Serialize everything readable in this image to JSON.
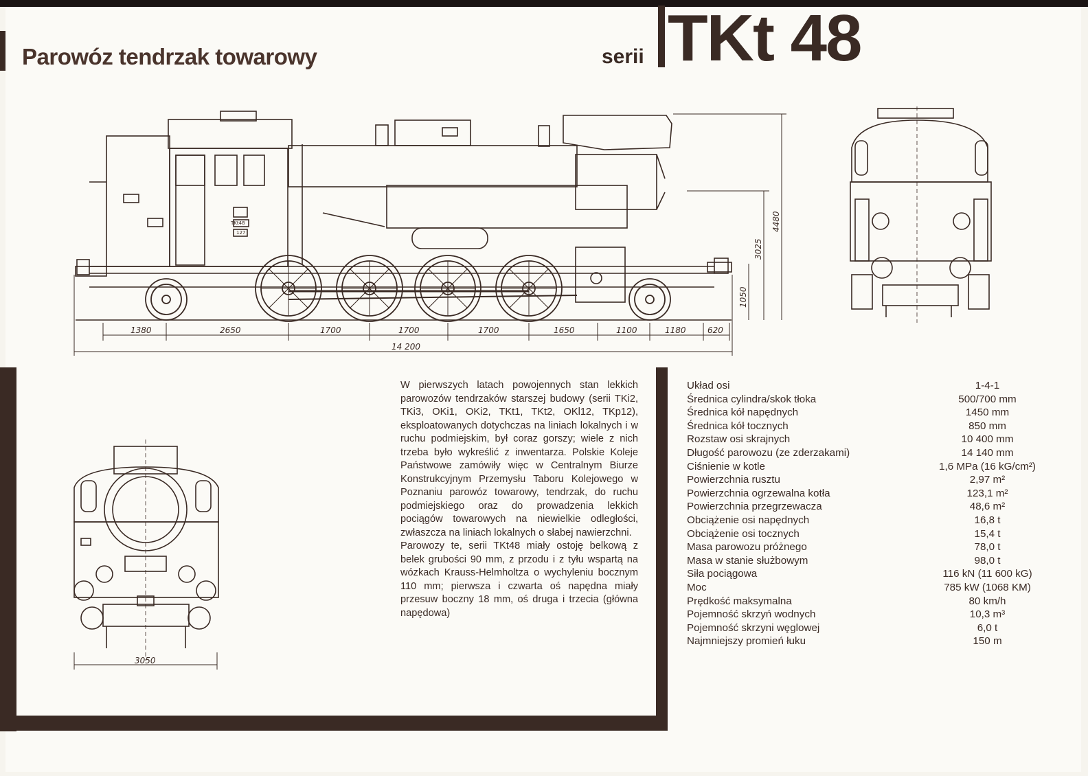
{
  "header": {
    "title": "Parowóz tendrzak towarowy",
    "series_prefix": "serii",
    "series_code": "TKt 48"
  },
  "drawing": {
    "side_dims": [
      "1380",
      "2650",
      "1700",
      "1700",
      "1700",
      "1650",
      "1100",
      "1180",
      "620"
    ],
    "total_length": "14 200",
    "vertical_dims": [
      "1050",
      "3025",
      "4480"
    ],
    "front_width": "3050",
    "plate_texts": [
      "TKt48",
      "127"
    ]
  },
  "description": {
    "paragraphs": [
      "W pierwszych latach powojennych stan lekkich parowozów tendrzaków starszej budowy (serii TKi2, TKi3, OKi1, OKi2, TKt1, TKt2, OKl12, TKp12), eksploatowanych dotychczas na liniach lokalnych i w ruchu podmiejskim, był coraz gorszy; wiele z nich trzeba było wykreślić z inwentarza. Polskie Koleje Państwowe zamówiły więc w Centralnym Biurze Konstrukcyjnym Przemysłu Taboru Kolejowego w Poznaniu parowóz towarowy, tendrzak, do ruchu podmiejskiego oraz do prowadzenia lekkich pociągów towarowych na niewielkie odległości, zwłaszcza na liniach lokalnych o słabej nawierzchni.",
      "Parowozy te, serii TKt48 miały ostoję belkową z belek grubości 90 mm, z przodu i z tyłu wspartą na wózkach Krauss-Helmholtza o wychyleniu bocznym 110 mm; pierwsza i czwarta oś napędna miały przesuw boczny 18 mm, oś druga i trzecia (główna napędowa)"
    ]
  },
  "specs": [
    {
      "label": "Układ osi",
      "value": "1-4-1"
    },
    {
      "label": "Średnica cylindra/skok tłoka",
      "value": "500/700 mm"
    },
    {
      "label": "Średnica kół napędnych",
      "value": "1450 mm"
    },
    {
      "label": "Średnica kół tocznych",
      "value": "850 mm"
    },
    {
      "label": "Rozstaw osi skrajnych",
      "value": "10 400 mm"
    },
    {
      "label": "Długość parowozu (ze zderzakami)",
      "value": "14 140 mm"
    },
    {
      "label": "Ciśnienie w kotle",
      "value": "1,6 MPa (16 kG/cm²)"
    },
    {
      "label": "Powierzchnia rusztu",
      "value": "2,97 m²"
    },
    {
      "label": "Powierzchnia ogrzewalna kotła",
      "value": "123,1 m²"
    },
    {
      "label": "Powierzchnia przegrzewacza",
      "value": "48,6 m²"
    },
    {
      "label": "Obciążenie osi napędnych",
      "value": "16,8 t"
    },
    {
      "label": "Obciążenie osi tocznych",
      "value": "15,4 t"
    },
    {
      "label": "Masa parowozu próżnego",
      "value": "78,0 t"
    },
    {
      "label": "Masa w stanie służbowym",
      "value": "98,0 t"
    },
    {
      "label": "Siła pociągowa",
      "value": "116 kN (11 600 kG)"
    },
    {
      "label": "Moc",
      "value": "785 kW (1068 KM)"
    },
    {
      "label": "Prędkość maksymalna",
      "value": "80 km/h"
    },
    {
      "label": "Pojemność skrzyń wodnych",
      "value": "10,3 m³"
    },
    {
      "label": "Pojemność skrzyni węglowej",
      "value": "6,0 t"
    },
    {
      "label": "Najmniejszy promień łuku",
      "value": "150 m"
    }
  ]
}
